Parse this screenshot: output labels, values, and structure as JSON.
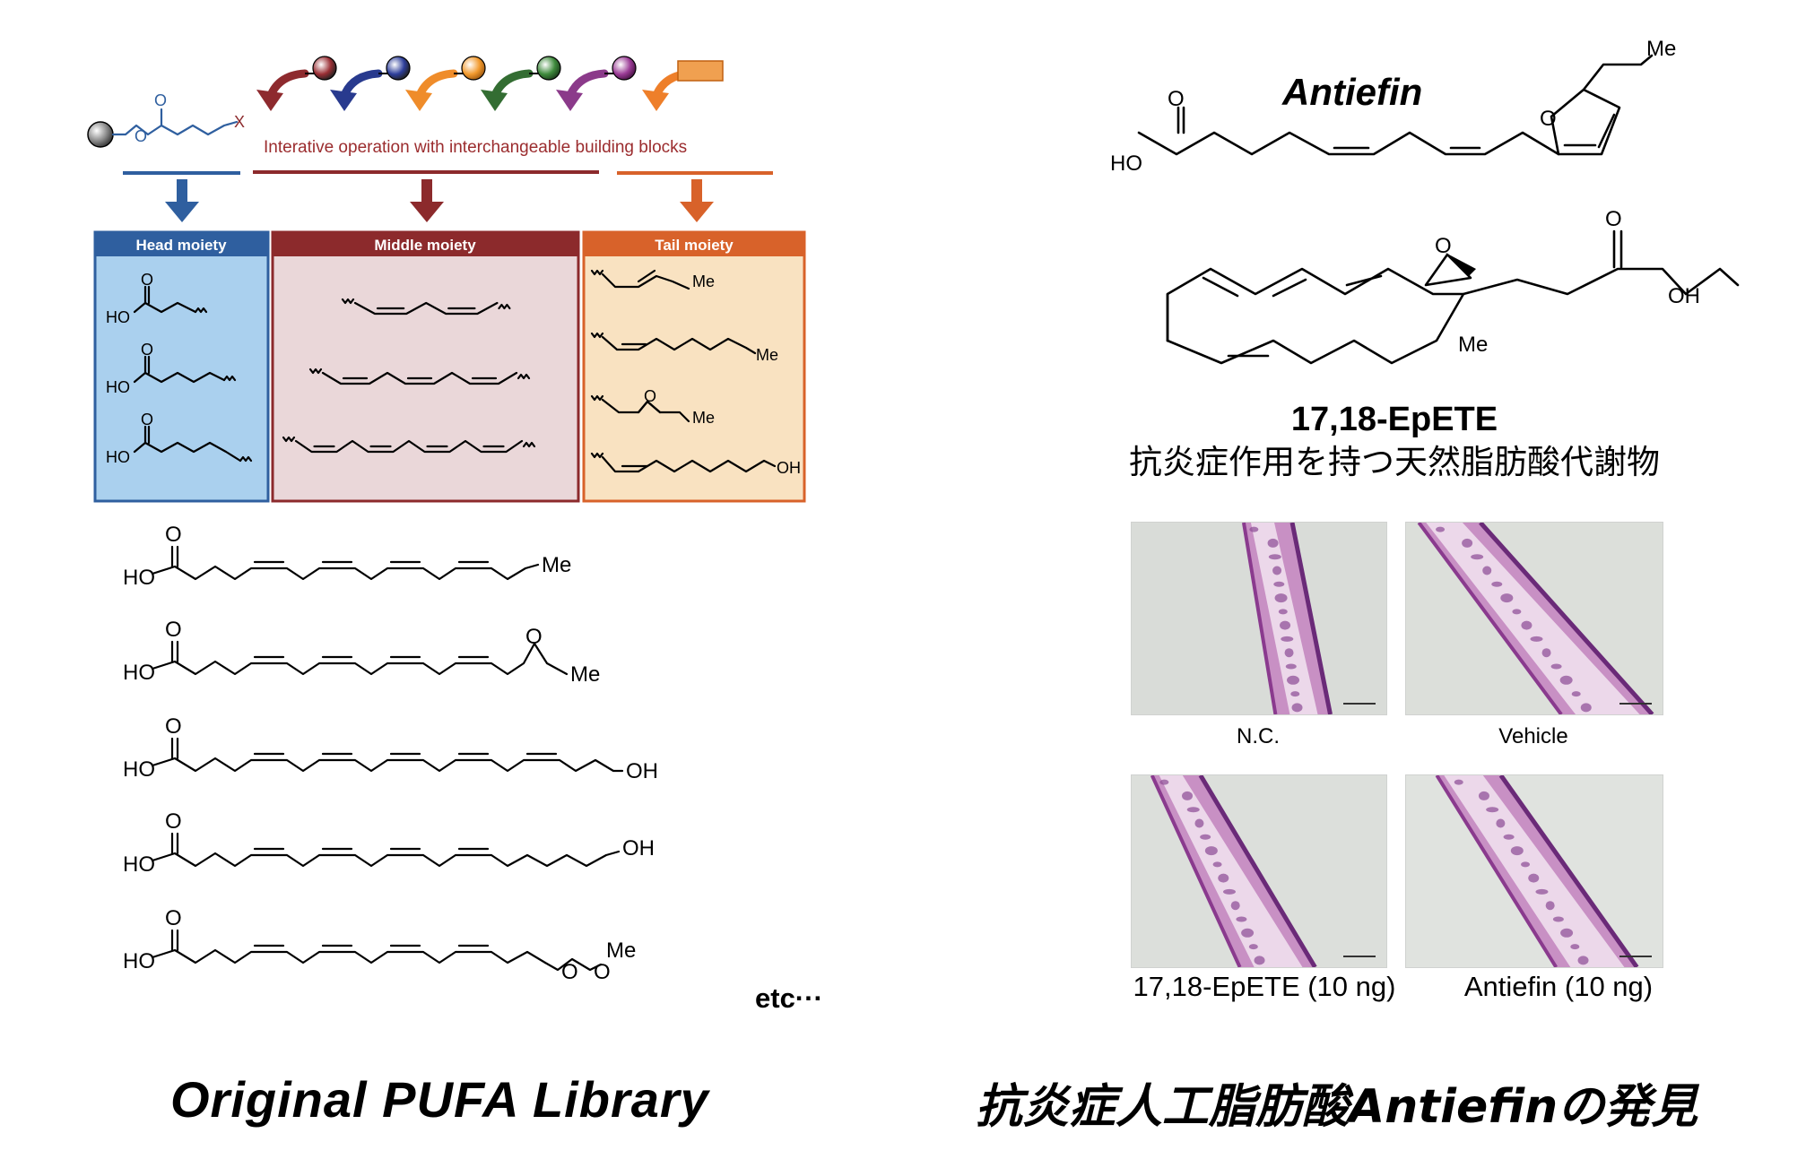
{
  "left_panel": {
    "building_blocks_caption": "Interative operation with interchangeable building blocks",
    "resin_linker_label": "X",
    "head_title": "Head moiety",
    "middle_title": "Middle moiety",
    "tail_title": "Tail moiety",
    "tail_labels": [
      "Me",
      "Me",
      "Me",
      "OH"
    ],
    "products": [
      {
        "end_label": "Me"
      },
      {
        "end_label": "Me"
      },
      {
        "end_label": "OH"
      },
      {
        "end_label": "OH"
      },
      {
        "end_label": "Me"
      }
    ],
    "etc_label": "etc···",
    "bottom_title": "Original PUFA Library"
  },
  "right_panel": {
    "antiefin_name": "Antiefin",
    "epete_name": "17,18-EpETE",
    "epete_description": "抗炎症作用を持つ天然脂肪酸代謝物",
    "histology": [
      {
        "caption": "N.C."
      },
      {
        "caption": "Vehicle"
      },
      {
        "caption": "17,18-EpETE (10 ng)"
      },
      {
        "caption": "Antiefin (10 ng)"
      }
    ],
    "bottom_title": "抗炎症人工脂肪酸Antiefinの発見"
  },
  "atoms": {
    "ho": "HO",
    "o": "O",
    "oh": "OH",
    "me": "Me"
  },
  "colors": {
    "head_blue": "#2f5f9f",
    "head_fill": "#aad0ee",
    "middle_red": "#8c2a2c",
    "middle_fill": "#ead7d9",
    "tail_orange": "#d8622a",
    "tail_fill": "#f9e2c1",
    "caption_red": "#9b2c2e",
    "bead_colors": [
      "#9a2e34",
      "#2d3e9a",
      "#f29a2e",
      "#3e8a3c",
      "#9b3c96"
    ],
    "arrow_colors": [
      "#8e2a2e",
      "#283a8e",
      "#ef8c2a",
      "#336d32",
      "#8b3a8a",
      "#ee7f2a"
    ],
    "tail_block": "#f0a050"
  }
}
